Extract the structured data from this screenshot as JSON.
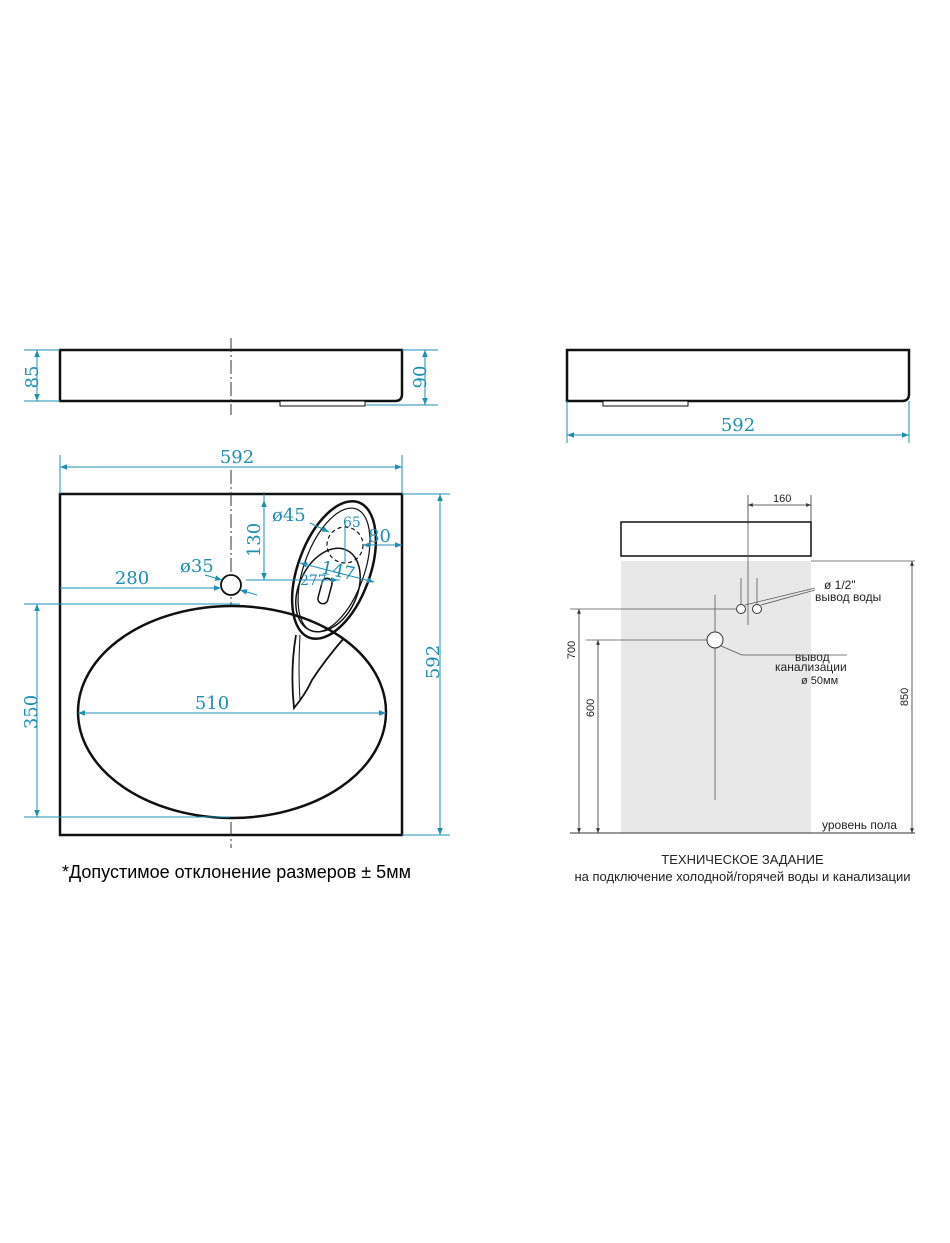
{
  "dimensions": {
    "side_height_left": "85",
    "side_height_right": "90",
    "side_width_right_view": "592",
    "top_width": "592",
    "depth": "592",
    "drain_dia": "ø35",
    "drain_offset": "280",
    "bowl_width": "510",
    "bowl_depth": "350",
    "tap_dia": "ø45",
    "tap_offset_top": "130",
    "tap_angle_1": "65",
    "tap_offset_right": "80",
    "tap_dim_147": "147",
    "tap_dim_277": "277"
  },
  "tech": {
    "dim_160": "160",
    "water_label_1": "ø 1/2\"",
    "water_label_2": "вывод воды",
    "sewer_label_1": "вывод",
    "sewer_label_2": "канализации",
    "sewer_label_3": "ø 50мм",
    "h700": "700",
    "h600": "600",
    "h850": "850",
    "floor_label": "уровень пола"
  },
  "note": "*Допустимое отклонение размеров ± 5мм",
  "tz_title": "ТЕХНИЧЕСКОЕ ЗАДАНИЕ",
  "tz_subtitle": "на подключение холодной/горячей воды и канализации"
}
